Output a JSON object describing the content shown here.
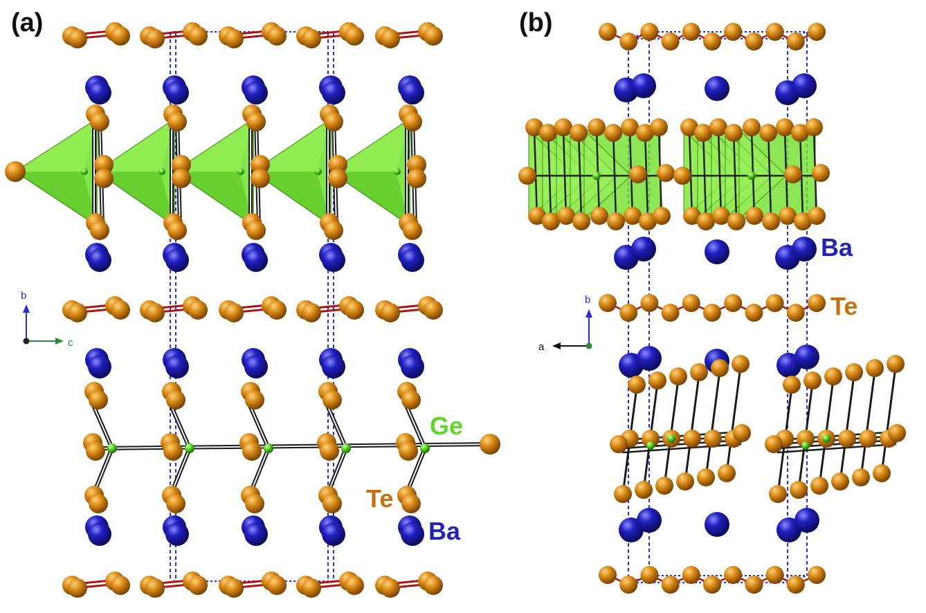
{
  "figure": {
    "panel_a": {
      "label": "(a)",
      "axes": {
        "vertical": "b",
        "horizontal": "c"
      }
    },
    "panel_b": {
      "label": "(b)",
      "axes": {
        "vertical": "b",
        "horizontal": "a"
      }
    },
    "legend_a": {
      "ge": "Ge",
      "te": "Te",
      "ba": "Ba"
    },
    "legend_b": {
      "ba": "Ba",
      "te": "Te"
    }
  },
  "colors": {
    "te_atom": "#c8770e",
    "ba_atom": "#1a1a9c",
    "ge_atom": "#4fcf1f",
    "polyhedron_fill": "#6fe02a",
    "te_te_bond": "#b01010",
    "unit_cell": "#2a2ad0",
    "ge_label": "#63d62a",
    "te_label": "#c8700f",
    "ba_label": "#2323b8",
    "axis_b": "#2b2bd6",
    "axis_c": "#2a8a3a",
    "axis_a": "#111111"
  },
  "atom_icons": {
    "te": "orange-sphere-icon",
    "ba": "blue-sphere-icon",
    "ge": "green-sphere-icon"
  }
}
